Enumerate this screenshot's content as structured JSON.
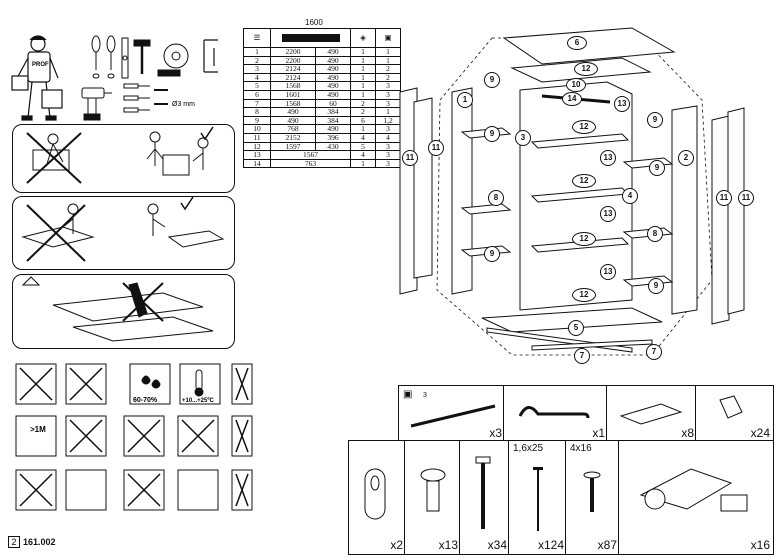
{
  "parts_table": {
    "width_label": "1600",
    "columns": [
      "",
      "",
      "",
      ""
    ],
    "rows": [
      {
        "n": "1",
        "a": "2200",
        "b": "490",
        "c": "1",
        "d": "1"
      },
      {
        "n": "2",
        "a": "2200",
        "b": "490",
        "c": "1",
        "d": "1"
      },
      {
        "n": "3",
        "a": "2124",
        "b": "490",
        "c": "1",
        "d": "2"
      },
      {
        "n": "4",
        "a": "2124",
        "b": "490",
        "c": "1",
        "d": "2"
      },
      {
        "n": "5",
        "a": "1568",
        "b": "490",
        "c": "1",
        "d": "3"
      },
      {
        "n": "6",
        "a": "1601",
        "b": "490",
        "c": "1",
        "d": "3"
      },
      {
        "n": "7",
        "a": "1568",
        "b": "60",
        "c": "2",
        "d": "3"
      },
      {
        "n": "8",
        "a": "490",
        "b": "384",
        "c": "2",
        "d": "1"
      },
      {
        "n": "9",
        "a": "490",
        "b": "384",
        "c": "6",
        "d": "1,2"
      },
      {
        "n": "10",
        "a": "768",
        "b": "490",
        "c": "1",
        "d": "3"
      },
      {
        "n": "11",
        "a": "2152",
        "b": "396",
        "c": "4",
        "d": "4"
      },
      {
        "n": "12",
        "a": "1597",
        "b": "430",
        "c": "5",
        "d": "3"
      },
      {
        "n": "13",
        "a": "1567",
        "b": "",
        "c": "4",
        "d": "3"
      },
      {
        "n": "14",
        "a": "763",
        "b": "",
        "c": "1",
        "d": "3"
      }
    ]
  },
  "tools": {
    "drill_size": "Ø3 mm",
    "worker_label": "PROF"
  },
  "conditions": {
    "humidity": "60-70%",
    "temperature": "+10...+25ºC",
    "distance": ">1M"
  },
  "callouts": [
    "1",
    "2",
    "3",
    "4",
    "5",
    "6",
    "7",
    "8",
    "9",
    "10",
    "11",
    "12",
    "13",
    "14"
  ],
  "hardware": {
    "box_count": "3",
    "items": [
      {
        "name": "dowel-rod",
        "qty": "x3",
        "spec": ""
      },
      {
        "name": "hex-key",
        "qty": "x1",
        "spec": ""
      },
      {
        "name": "rail-clip",
        "qty": "x8",
        "spec": ""
      },
      {
        "name": "foot-cap",
        "qty": "x24",
        "spec": ""
      },
      {
        "name": "hanger-bracket",
        "qty": "x2",
        "spec": ""
      },
      {
        "name": "cam-lock",
        "qty": "x13",
        "spec": ""
      },
      {
        "name": "confirmat-screw",
        "qty": "x34",
        "spec": ""
      },
      {
        "name": "nail",
        "qty": "x124",
        "spec": "1,6x25"
      },
      {
        "name": "wood-screw",
        "qty": "x87",
        "spec": "4x16"
      },
      {
        "name": "hinge",
        "qty": "x16",
        "spec": ""
      }
    ]
  },
  "footer": {
    "page": "2",
    "code": "161.002"
  }
}
